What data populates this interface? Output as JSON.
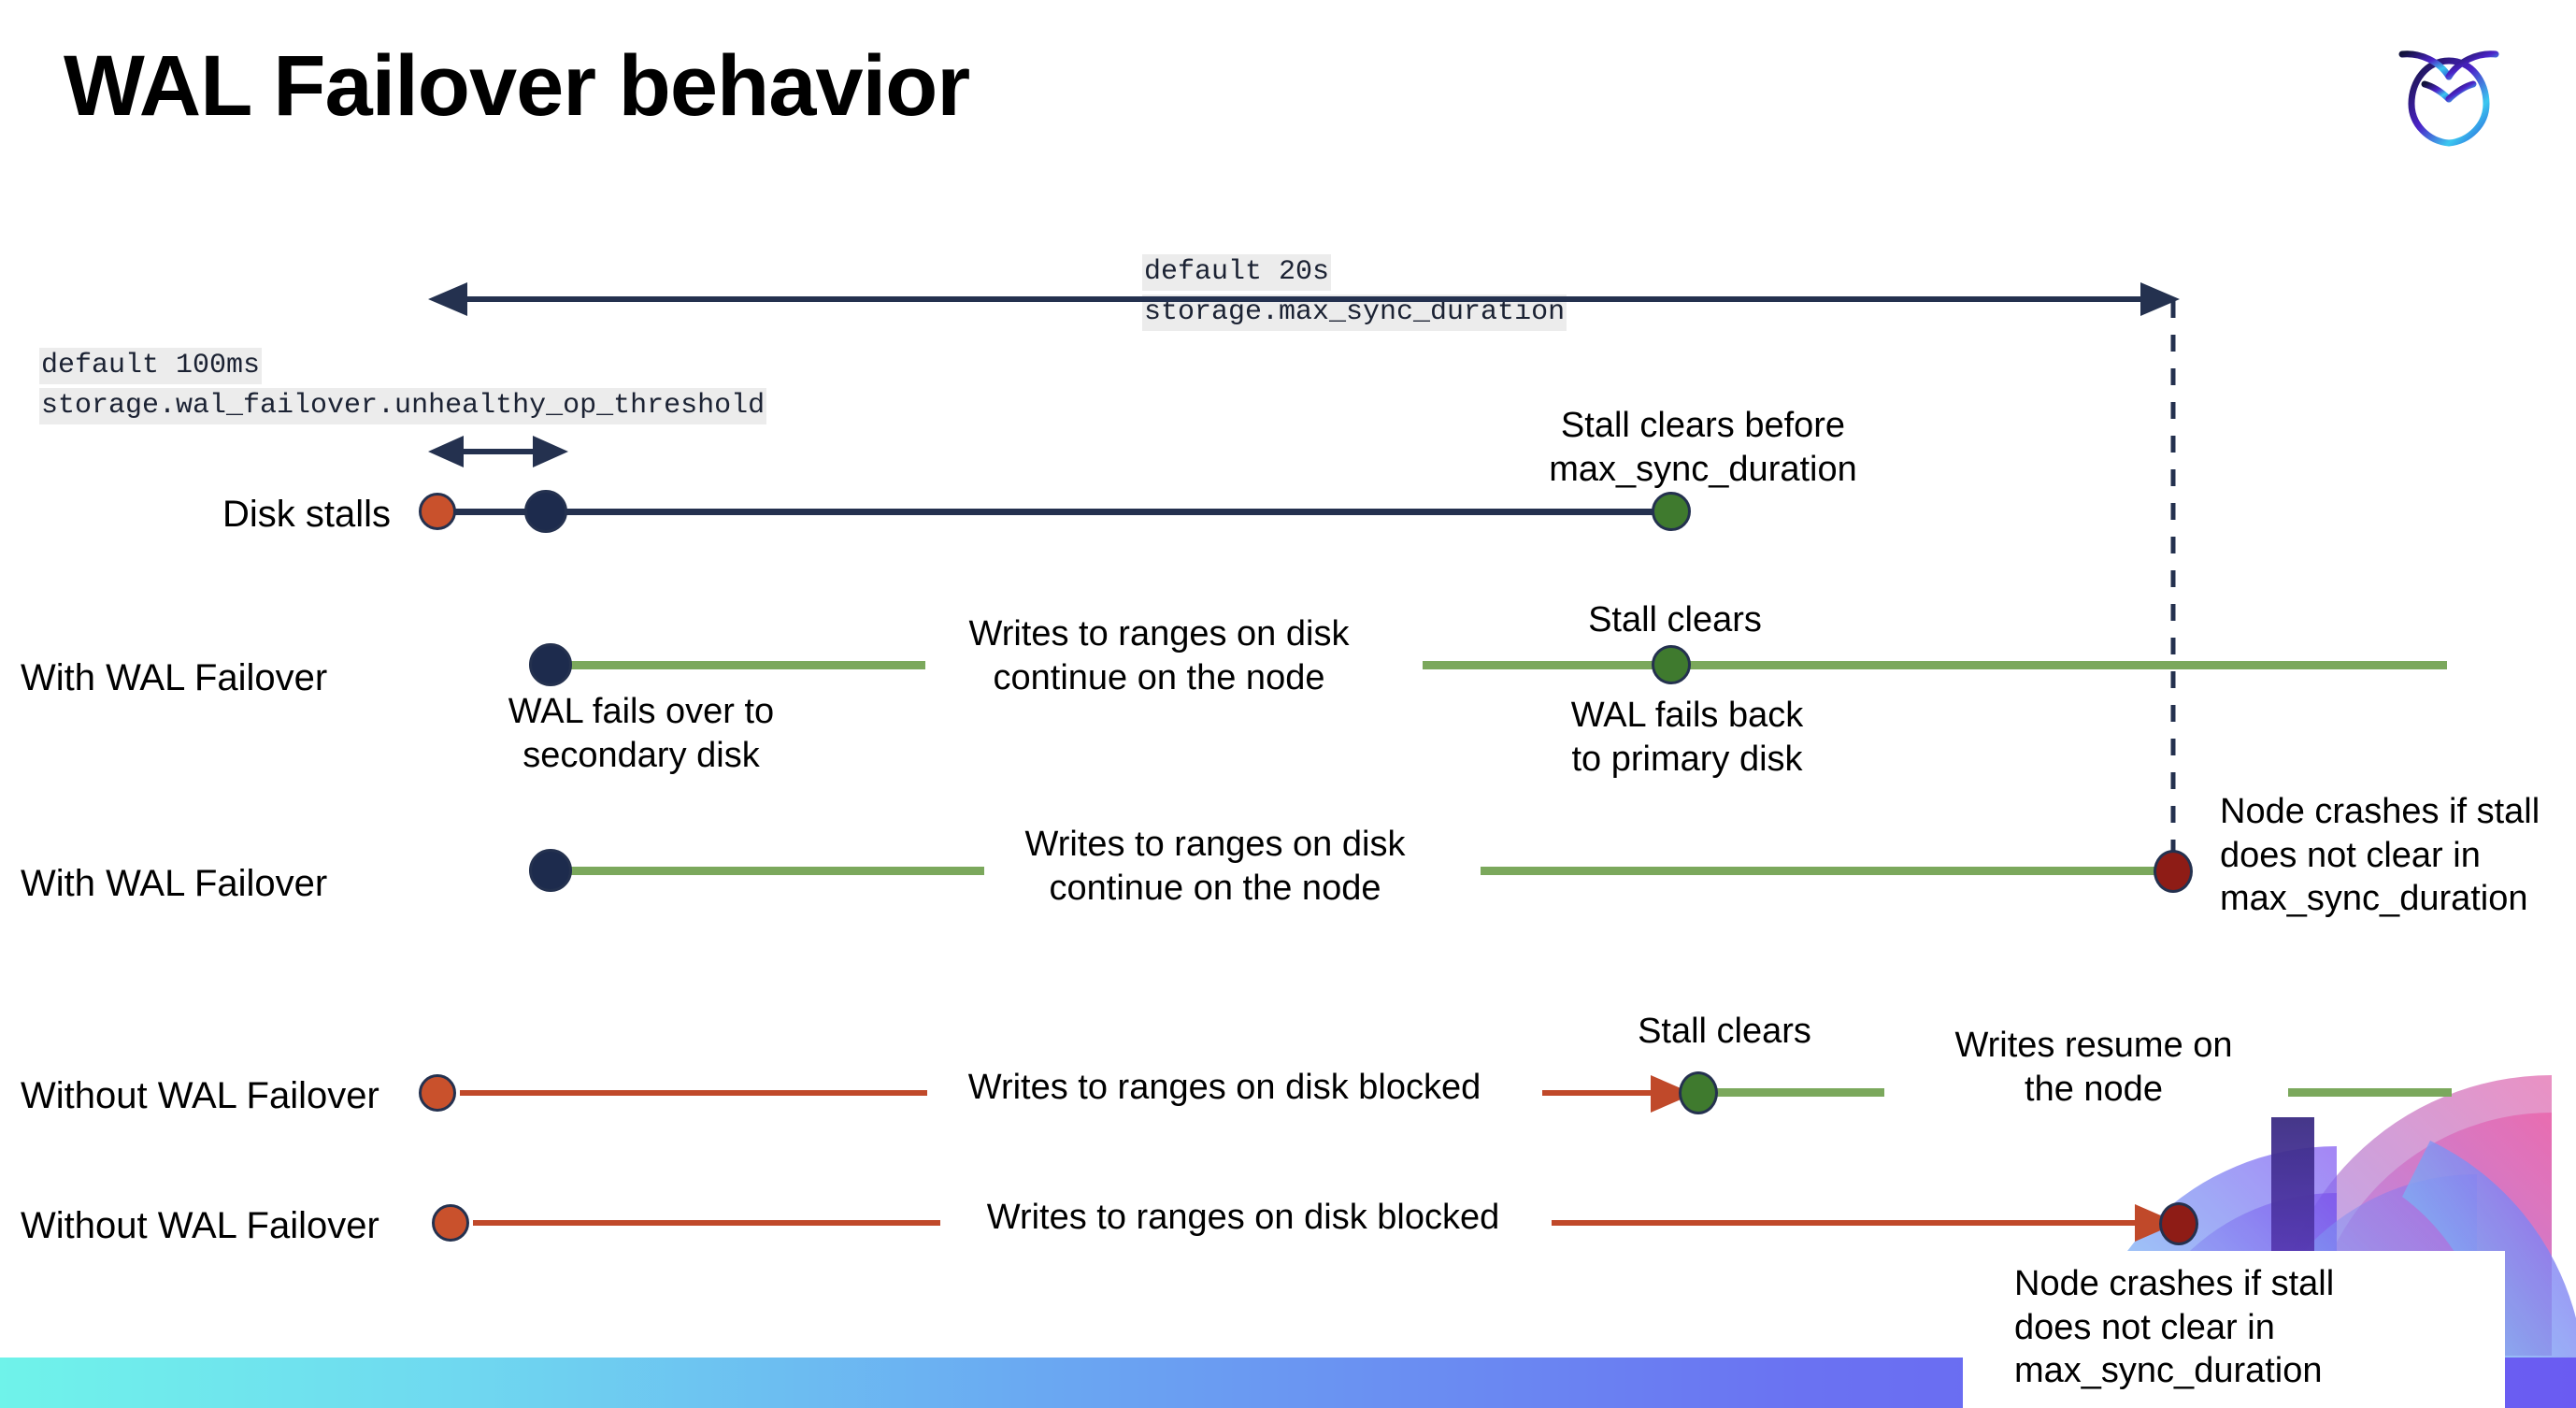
{
  "slide": {
    "title": "WAL Failover behavior",
    "logo_name": "cockroachdb-logo"
  },
  "top_annotation": {
    "line1": "default 20s",
    "line2": "storage.max_sync_duration"
  },
  "threshold_annotation": {
    "line1": "default 100ms",
    "line2": "storage.wal_failover.unhealthy_op_threshold"
  },
  "rows": [
    {
      "id": "disk-stalls",
      "label": "Disk stalls",
      "notes": [
        {
          "id": "stall-clears-before",
          "text": "Stall clears before\nmax_sync_duration"
        }
      ]
    },
    {
      "id": "with-wal-failover-1",
      "label": "With WAL Failover",
      "notes": [
        {
          "id": "writes-continue-1",
          "text": "Writes to ranges on disk\ncontinue on the node"
        },
        {
          "id": "wal-fails-over",
          "text": "WAL fails over to\nsecondary disk"
        },
        {
          "id": "stall-clears-1",
          "text": "Stall clears"
        },
        {
          "id": "wal-fails-back",
          "text": "WAL fails  back\nto primary disk"
        }
      ]
    },
    {
      "id": "with-wal-failover-2",
      "label": "With WAL Failover",
      "notes": [
        {
          "id": "writes-continue-2",
          "text": "Writes to ranges on disk\ncontinue on the node"
        },
        {
          "id": "node-crashes-1",
          "text": "Node crashes if stall\ndoes not clear in\nmax_sync_duration"
        }
      ]
    },
    {
      "id": "without-wal-failover-1",
      "label": "Without WAL Failover",
      "notes": [
        {
          "id": "writes-blocked-1",
          "text": "Writes to ranges on disk  blocked"
        },
        {
          "id": "stall-clears-2",
          "text": "Stall clears"
        },
        {
          "id": "writes-resume",
          "text": "Writes resume on\nthe node"
        }
      ]
    },
    {
      "id": "without-wal-failover-2",
      "label": "Without WAL Failover",
      "notes": [
        {
          "id": "writes-blocked-2",
          "text": "Writes to ranges on disk  blocked"
        },
        {
          "id": "node-crashes-2",
          "text": "Node crashes if stall\ndoes not clear in\nmax_sync_duration"
        }
      ]
    }
  ],
  "colors": {
    "navy": "#24314f",
    "green_line": "#7ba85c",
    "red_line": "#c0492a",
    "dot_navy": "#1d2b4d",
    "dot_green": "#3f7a2e",
    "dot_orange": "#c9512c",
    "dot_darkred": "#8e1c16",
    "code_bg": "#ececec",
    "bottom_bar_start": "#6ff3ea",
    "bottom_bar_end": "#6a5bf2"
  }
}
